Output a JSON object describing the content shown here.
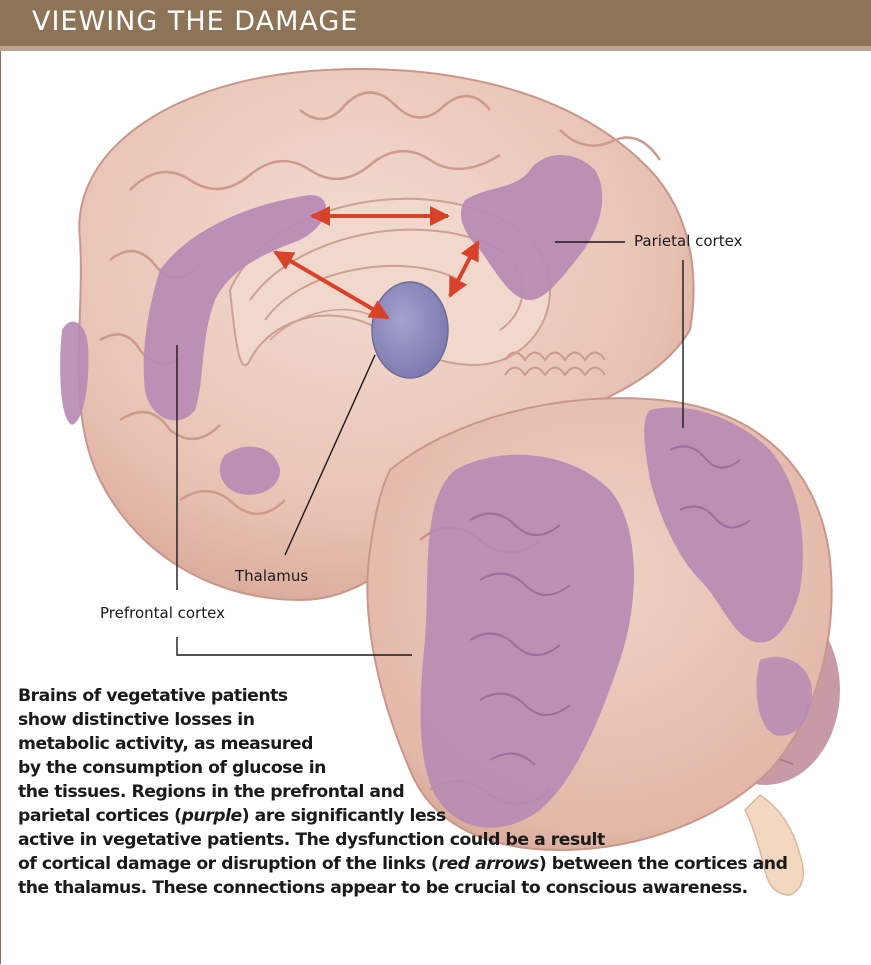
{
  "header": {
    "title": "VIEWING THE DAMAGE"
  },
  "labels": {
    "parietal": "Parietal cortex",
    "thalamus": "Thalamus",
    "prefrontal": "Prefrontal cortex"
  },
  "caption": {
    "l1": "Brains of vegetative patients",
    "l2": "show distinctive losses in",
    "l3": "metabolic activity, as measured",
    "l4": "by the consumption of glucose in",
    "l5": "the tissues. Regions in the prefrontal and",
    "l6a": "parietal cortices (",
    "l6em": "purple",
    "l6b": ") are significantly less",
    "l7": "active in vegetative patients. The dysfunction could be a result",
    "l8a": "of cortical damage or disruption of the links (",
    "l8em": "red arrows",
    "l8b": ") between the cortices and",
    "l9": "the thalamus. These connections appear to be crucial to conscious awareness."
  },
  "colors": {
    "header_bg": "#8e7457",
    "brain": "#eac9bd",
    "damage": "#b78ab4",
    "thalamus": "#8e8bbd",
    "arrow": "#d9422a"
  }
}
